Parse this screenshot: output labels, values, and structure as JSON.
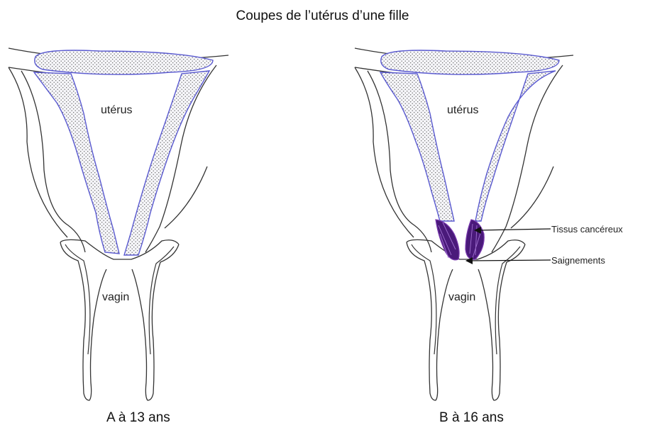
{
  "title": "Coupes de l’utérus d’une fille",
  "panels": [
    {
      "caption": "A à 13 ans",
      "uterus_label": "utérus",
      "vagina_label": "vagin"
    },
    {
      "caption": "B à 16 ans",
      "uterus_label": "utérus",
      "vagina_label": "vagin"
    }
  ],
  "annotations": {
    "tissue": "Tissus cancéreux",
    "bleeding": "Saignements"
  },
  "colors": {
    "outline": "#333333",
    "mucosa_border": "#5a5ad0",
    "mucosa_fill": "#f3f3f8",
    "tumor": "#4a1a7a",
    "tumor_light": "#7b3bb0"
  }
}
